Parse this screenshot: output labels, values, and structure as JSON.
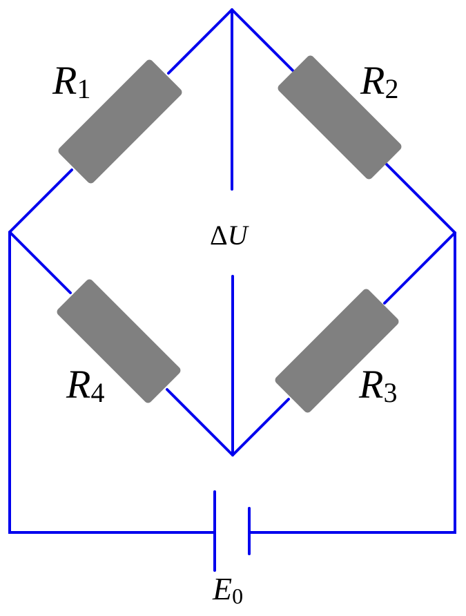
{
  "resistors": {
    "r1": {
      "symbol": "R",
      "index": "1"
    },
    "r2": {
      "symbol": "R",
      "index": "2"
    },
    "r3": {
      "symbol": "R",
      "index": "3"
    },
    "r4": {
      "symbol": "R",
      "index": "4"
    }
  },
  "output": {
    "delta": "Δ",
    "symbol": "U"
  },
  "source": {
    "symbol": "E",
    "index": "0"
  },
  "colors": {
    "wire": "#0000ee",
    "resistor": "#808080"
  }
}
